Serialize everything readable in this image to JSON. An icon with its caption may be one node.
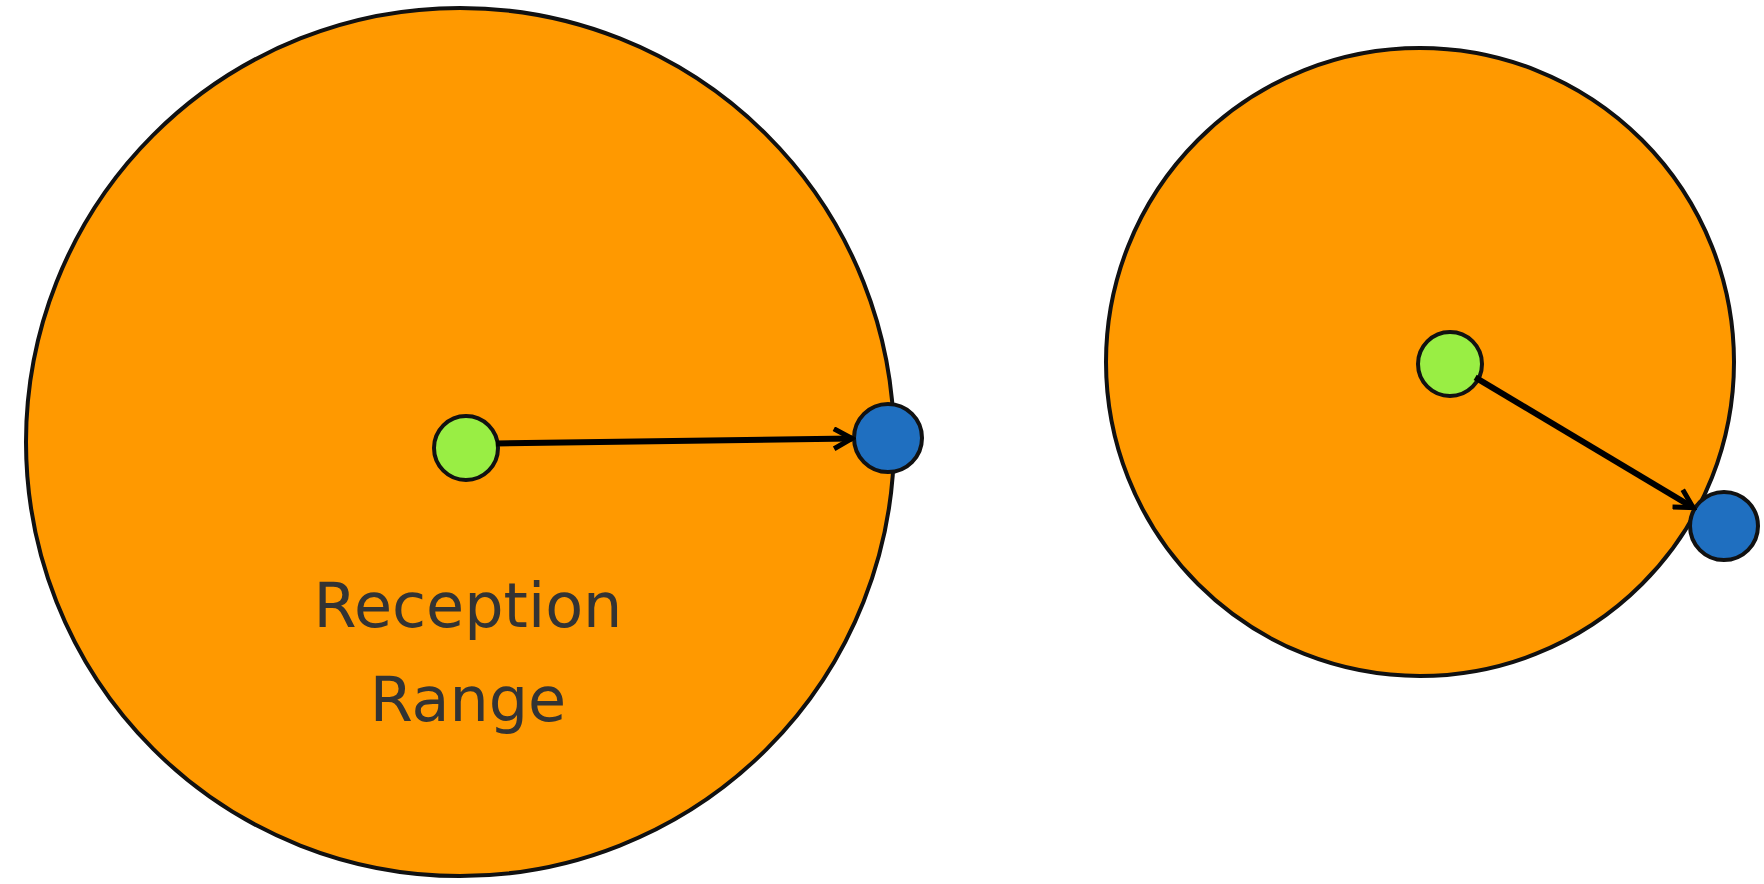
{
  "diagram": {
    "nodes": [
      {
        "text": [
          "Reception Range"
        ]
      },
      {
        "text": [],
        "shape": "circle",
        "in": 0
      },
      {
        "text": [],
        "shape": "circle"
      },
      {
        "text": [],
        "shape": "circle"
      },
      {
        "text": [],
        "shape": "circle",
        "in": 3
      },
      {
        "text": [],
        "shape": "circle"
      }
    ],
    "edges": [
      {
        "from": 1,
        "to": 2,
        "arrow": "to"
      },
      {
        "from": 4,
        "to": 5,
        "arrow": "to"
      }
    ]
  }
}
